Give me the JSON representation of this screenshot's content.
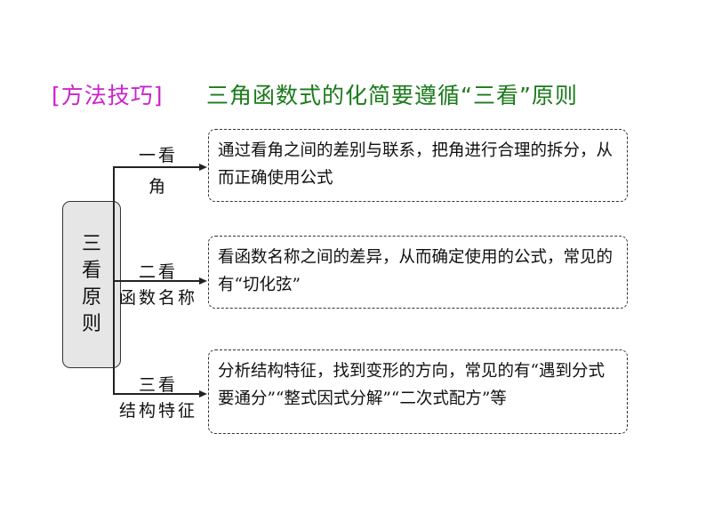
{
  "title": {
    "tag": "[方法技巧]",
    "heading": "三角函数式的化简要遵循“三看”原则",
    "tag_color": "#cc22cc",
    "heading_color": "#1b7a1b"
  },
  "root": {
    "chars": [
      "三",
      "看",
      "原",
      "则"
    ],
    "text": "三看原则"
  },
  "branches": [
    {
      "label_top": "一看",
      "label_bottom": "角",
      "description": "通过看角之间的差别与联系，把角进行合理的拆分，从而正确使用公式"
    },
    {
      "label_top": "二看",
      "label_bottom": "函数名称",
      "description": "看函数名称之间的差异，从而确定使用的公式，常见的有“切化弦”"
    },
    {
      "label_top": "三看",
      "label_bottom": "结构特征",
      "description": "分析结构特征，找到变形的方向，常见的有“遇到分式要通分”“整式因式分解”“二次式配方”等"
    }
  ]
}
